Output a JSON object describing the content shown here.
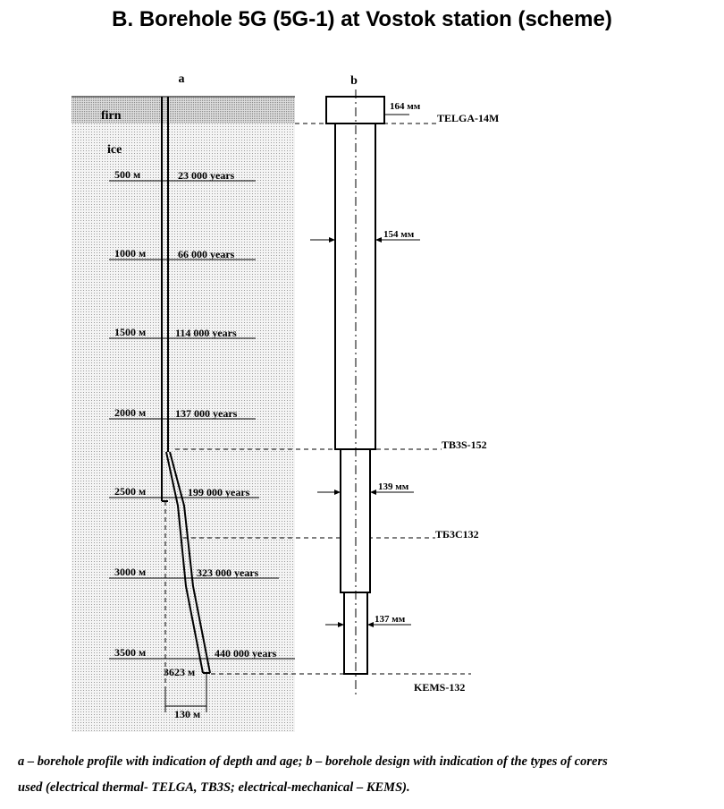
{
  "title": "B. Borehole 5G (5G-1) at Vostok station (scheme)",
  "panel_a": {
    "label": "a",
    "firn_label": "firn",
    "ice_label": "ice",
    "depth_rows": [
      {
        "depth": "500 м",
        "age": "23 000 years"
      },
      {
        "depth": "1000 м",
        "age": "66 000 years"
      },
      {
        "depth": "1500 м",
        "age": "114 000 years"
      },
      {
        "depth": "2000 м",
        "age": "137 000 years"
      },
      {
        "depth": "2500 м",
        "age": "199 000 years"
      },
      {
        "depth": "3000 м",
        "age": "323 000 years"
      },
      {
        "depth": "3500 м",
        "age": "440 000 years"
      }
    ],
    "bottom_depth": "3623 м",
    "offset": "130 м"
  },
  "panel_b": {
    "label": "b",
    "diameters": [
      "164 мм",
      "154 мм",
      "139 мм",
      "137 мм"
    ],
    "corers": [
      "TELGA-14M",
      "TB3S-152",
      "TБ3C132",
      "KEMS-132"
    ]
  },
  "caption": {
    "line1": "a –  borehole profile with indication of depth and age; b –  borehole design with indication of the types of corers",
    "line2": "used (electrical thermal- TELGA, TB3S; electrical-mechanical – KEMS)."
  },
  "colors": {
    "ink": "#000000",
    "ice_fill": "#e4e4e4",
    "firn_fill": "#c8c8c8"
  }
}
